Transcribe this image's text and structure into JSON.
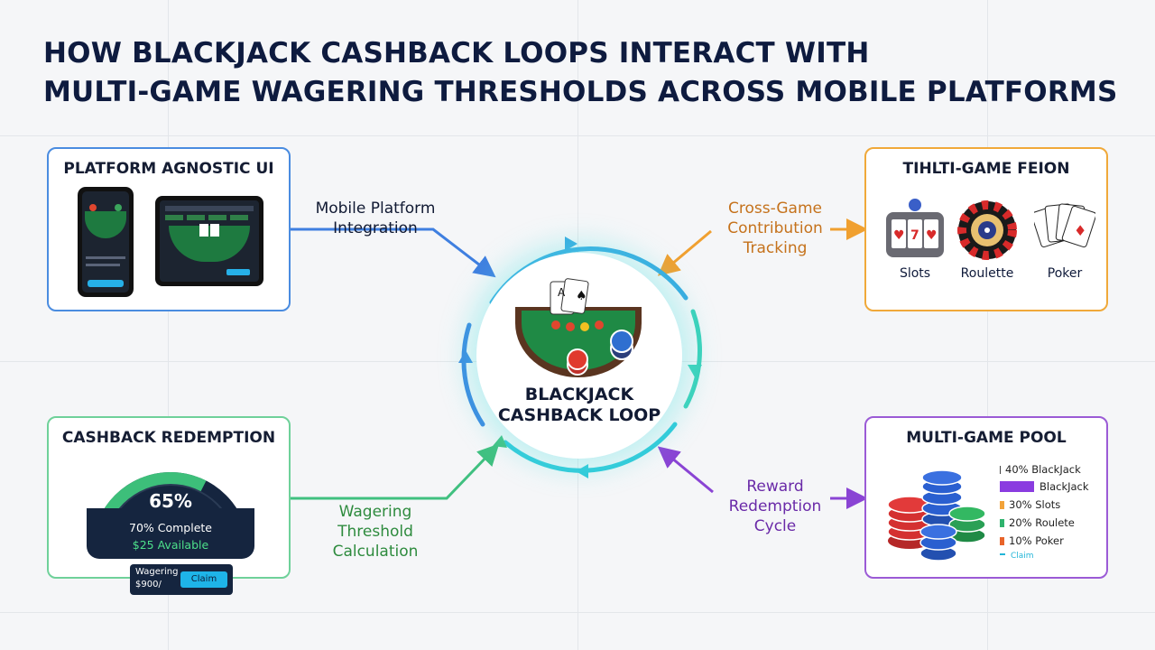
{
  "title_line1": "HOW BLACKJACK CASHBACK LOOPS INTERACT WITH",
  "title_line2": "MULTI-GAME WAGERING THRESHOLDS ACROSS MOBILE PLATFORMS",
  "center": {
    "line1": "BLACKJACK",
    "line2": "CASHBACK LOOP"
  },
  "platform_card": {
    "title": "PLATFORM AGNOSTIC UI"
  },
  "multi_card": {
    "title": "TIHLTI-GAME FEION",
    "games": [
      "Slots",
      "Roulette",
      "Poker"
    ]
  },
  "cashback_card": {
    "title": "CASHBACK REDEMPTION",
    "percent": "65%",
    "complete": "70% Complete",
    "available": "$25 Available",
    "progress": 0.65,
    "wagering_label": "Wagering",
    "wagering_value": "$900/",
    "claim": "Claim"
  },
  "pool_card": {
    "title": "MULTI-GAME POOL",
    "legend": [
      {
        "label": "40% BlackJack",
        "color": "#ffffff"
      },
      {
        "label": "BlackJack",
        "color": "#8a3ce0"
      },
      {
        "label": "30% Slots",
        "color": "#f2a33a"
      },
      {
        "label": "20% Roulete",
        "color": "#2fb36d"
      },
      {
        "label": "10% Poker",
        "color": "#e8642a"
      },
      {
        "label": "Claim",
        "color": "#22b5d8"
      }
    ]
  },
  "flows": {
    "mobile": [
      "Mobile Platform",
      "Integration"
    ],
    "cross": [
      "Cross-Game",
      "Contribution",
      "Tracking"
    ],
    "wagering": [
      "Wagering",
      "Threshold",
      "Calculation"
    ],
    "reward": [
      "Reward",
      "Redemption",
      "Cycle"
    ]
  },
  "colors": {
    "blue": "#3f7fe0",
    "orange": "#f0a030",
    "green": "#40c080",
    "purple": "#8a44d4",
    "loop_cyan": "#2ec8d8"
  }
}
